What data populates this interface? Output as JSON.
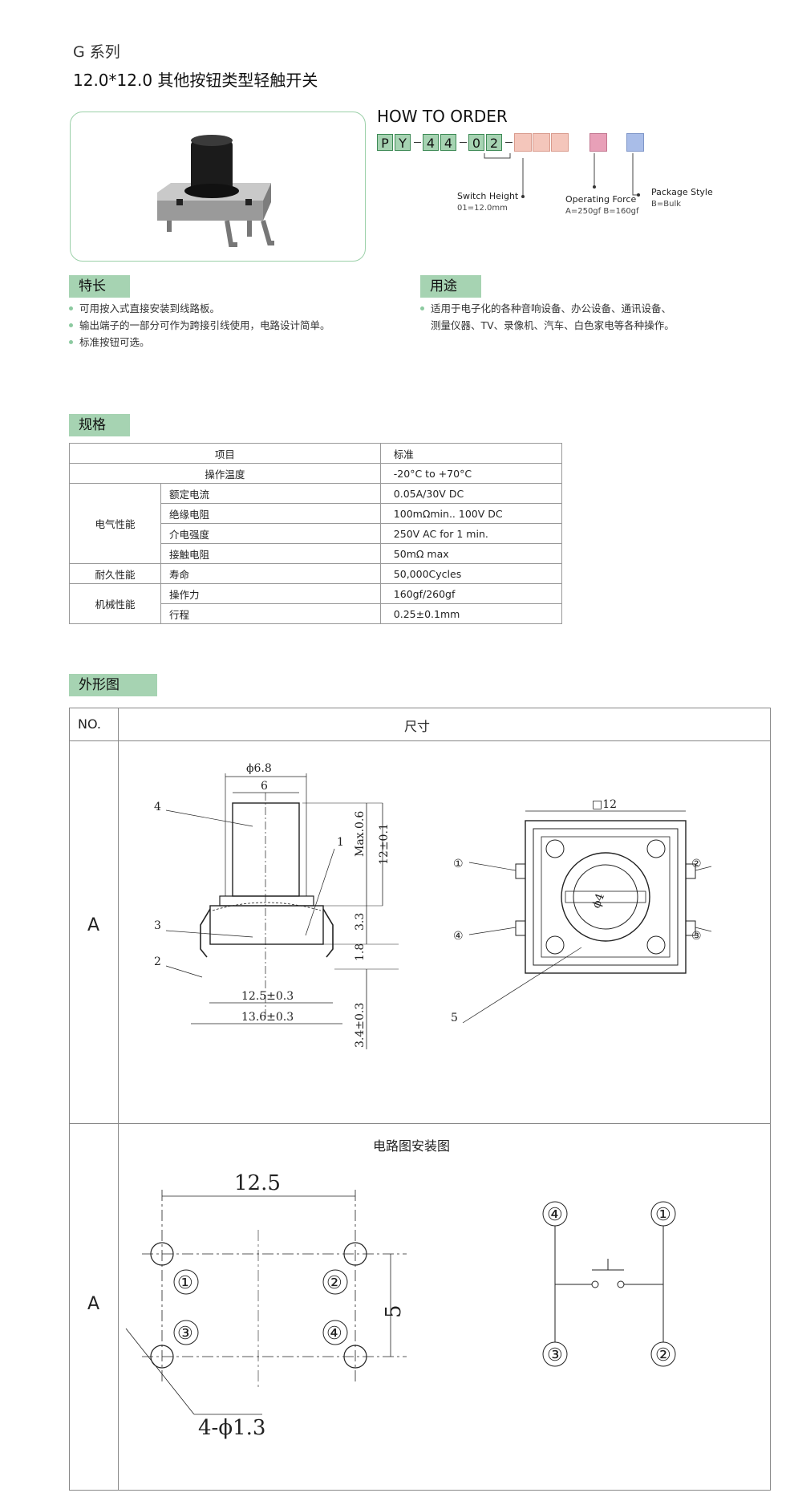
{
  "header": {
    "series": "G 系列",
    "title": "12.0*12.0 其他按钮类型轻触开关"
  },
  "order": {
    "heading": "HOW TO ORDER",
    "code_chars": [
      "P",
      "Y",
      "4",
      "4",
      "0",
      "2"
    ],
    "options": [
      {
        "label": "Switch Height",
        "values": [
          "01=12.0mm"
        ],
        "color": "#f4c6bb"
      },
      {
        "label": "Operating Force",
        "values": [
          "A=250gf  B=160gf"
        ],
        "color": "#e8a0b8"
      },
      {
        "label": "Package Style",
        "values": [
          "B=Bulk"
        ],
        "color": "#a9bde8"
      }
    ]
  },
  "features": {
    "heading": "特长",
    "items": [
      "可用按入式直接安装到线路板。",
      "输出端子的一部分可作为跨接引线使用，电路设计简单。",
      "标准按钮可选。"
    ]
  },
  "uses": {
    "heading": "用途",
    "items": [
      "适用于电子化的各种音响设备、办公设备、通讯设备、",
      "测量仪器、TV、录像机、汽车、白色家电等各种操作。"
    ]
  },
  "spec": {
    "heading": "规格",
    "col_item": "项目",
    "col_std": "标准",
    "op_temp": {
      "label": "操作温度",
      "value": "-20°C to +70°C"
    },
    "electrical": {
      "group": "电气性能",
      "rows": [
        {
          "label": "额定电流",
          "value": "0.05A/30V DC"
        },
        {
          "label": "绝缘电阻",
          "value": "100mΩmin.. 100V DC"
        },
        {
          "label": "介电强度",
          "value": "250V AC for 1 min."
        },
        {
          "label": "接触电阻",
          "value": "50mΩ max"
        }
      ]
    },
    "durability": {
      "group": "耐久性能",
      "rows": [
        {
          "label": "寿命",
          "value": "50,000Cycles"
        }
      ]
    },
    "mechanical": {
      "group": "机械性能",
      "rows": [
        {
          "label": "操作力",
          "value": "160gf/260gf"
        },
        {
          "label": "行程",
          "value": "0.25±0.1mm"
        }
      ]
    }
  },
  "drawing": {
    "heading": "外形图",
    "col_no": "NO.",
    "col_dim": "尺寸",
    "row1_no": "A",
    "row2_no": "A",
    "row2_title": "电路图安装图",
    "side": {
      "d1": "ϕ6.8",
      "d2": "6",
      "d3": "12.5±0.3",
      "d4": "13.6±0.3",
      "v1": "Max.0.6",
      "v2": "12±0.1",
      "v3": "3.3",
      "v4": "1.8",
      "v5": "3.4±0.3",
      "callouts": [
        "1",
        "2",
        "3",
        "4"
      ]
    },
    "top": {
      "size": "□12",
      "inner": "ϕ4",
      "pins": [
        "①",
        "②",
        "③",
        "④"
      ],
      "callout": "5"
    },
    "pcb": {
      "width": "12.5",
      "height": "5",
      "holes": "4-ϕ1.3",
      "pins": [
        "①",
        "②",
        "③",
        "④"
      ]
    },
    "circuit": {
      "pins": [
        "④",
        "①",
        "③",
        "②"
      ]
    }
  }
}
